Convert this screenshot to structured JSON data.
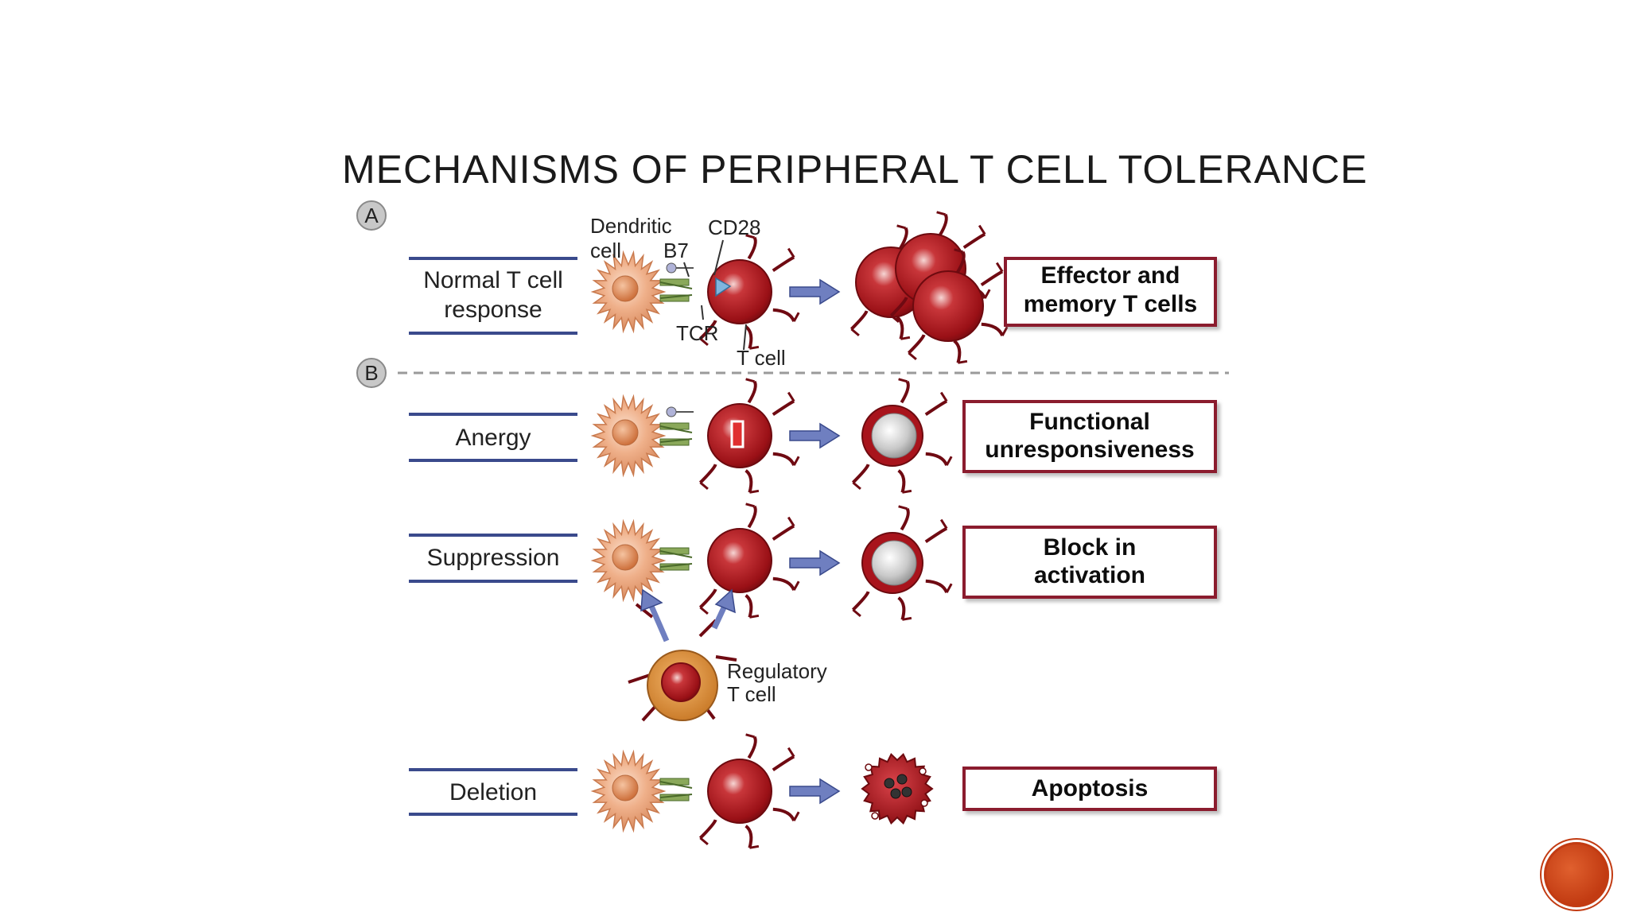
{
  "slide": {
    "title": "MECHANISMS OF PERIPHERAL T CELL TOLERANCE"
  },
  "panels": {
    "a_marker": "A",
    "b_marker": "B"
  },
  "rows": {
    "normal": {
      "label_lines": [
        "Normal T cell",
        "response"
      ],
      "outcome_lines": [
        "Effector and",
        "memory T cells"
      ]
    },
    "anergy": {
      "label_lines": [
        "Anergy"
      ],
      "outcome_lines": [
        "Functional",
        "unresponsiveness"
      ]
    },
    "suppression": {
      "label_lines": [
        "Suppression"
      ],
      "outcome_lines": [
        "Block in",
        "activation"
      ]
    },
    "deletion": {
      "label_lines": [
        "Deletion"
      ],
      "outcome_lines": [
        "Apoptosis"
      ]
    }
  },
  "annotations": {
    "dendritic_lines": [
      "Dendritic",
      "cell"
    ],
    "b7": "B7",
    "cd28": "CD28",
    "tcr": "TCR",
    "tcell": "T cell",
    "regulatory_lines": [
      "Regulatory",
      "T cell"
    ]
  },
  "colors": {
    "box_border": "#8b1c2e",
    "label_bar": "#3a4a8c",
    "arrow": "#6f7fc0",
    "t_cell": "#a8141c",
    "dendritic": "#e8a07a",
    "accent_button": "#c23b12"
  },
  "icons": {
    "next_button": "circle-button"
  }
}
